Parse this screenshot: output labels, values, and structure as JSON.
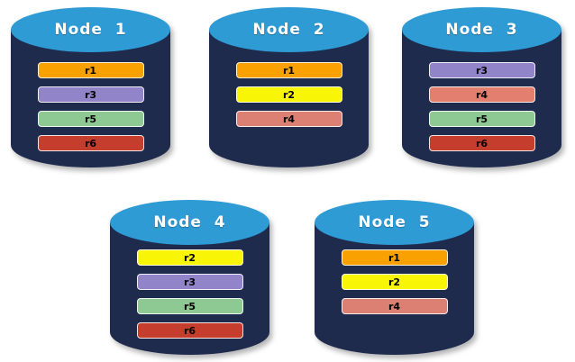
{
  "diagram": {
    "description": "Five database nodes (cylinders) showing replicated records r1-r6 distributed across nodes"
  },
  "colors": {
    "cylinder_body": "#1F2B4D",
    "cylinder_top": "#2E9BD5",
    "bar_border": "#FFFFFF",
    "bar_text": "#000000",
    "title_text": "#FFFFFF",
    "record_orange": "#F8A100",
    "record_yellow": "#F9F507",
    "record_purple": "#9184C8",
    "record_salmon": "#DC8074",
    "record_green": "#8EC893",
    "record_red": "#C53D2C"
  },
  "nodes": [
    {
      "label": "Node  1",
      "records": [
        {
          "id": "r1",
          "color": "#F8A100"
        },
        {
          "id": "r3",
          "color": "#9184C8"
        },
        {
          "id": "r5",
          "color": "#8EC893"
        },
        {
          "id": "r6",
          "color": "#C53D2C"
        }
      ]
    },
    {
      "label": "Node  2",
      "records": [
        {
          "id": "r1",
          "color": "#F8A100"
        },
        {
          "id": "r2",
          "color": "#F9F507"
        },
        {
          "id": "r4",
          "color": "#DC8074"
        }
      ]
    },
    {
      "label": "Node  3",
      "records": [
        {
          "id": "r3",
          "color": "#9184C8"
        },
        {
          "id": "r4",
          "color": "#E37F6F"
        },
        {
          "id": "r5",
          "color": "#8EC893"
        },
        {
          "id": "r6",
          "color": "#C53D2C"
        }
      ]
    },
    {
      "label": "Node  4",
      "records": [
        {
          "id": "r2",
          "color": "#F9F507"
        },
        {
          "id": "r3",
          "color": "#9184C8"
        },
        {
          "id": "r5",
          "color": "#8EC893"
        },
        {
          "id": "r6",
          "color": "#C53D2C"
        }
      ]
    },
    {
      "label": "Node  5",
      "records": [
        {
          "id": "r1",
          "color": "#F8A100"
        },
        {
          "id": "r2",
          "color": "#F9F507"
        },
        {
          "id": "r4",
          "color": "#DC8074"
        }
      ]
    }
  ]
}
